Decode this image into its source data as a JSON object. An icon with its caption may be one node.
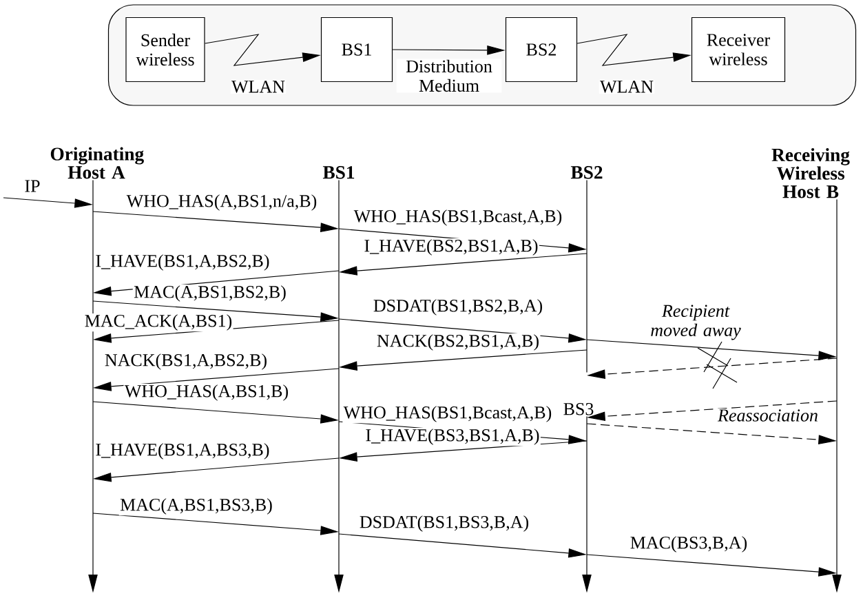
{
  "diagram": {
    "nodes": [
      {
        "text": [],
        "shape": "box"
      },
      {
        "text": [
          "Sender wireless"
        ],
        "in": 0
      },
      {
        "text": [
          "BS1"
        ],
        "in": 0
      },
      {
        "text": [
          "BS2"
        ],
        "in": 0
      },
      {
        "text": [
          "Receiver wireless"
        ],
        "in": 0
      },
      {
        "text": [
          "Originating Host A"
        ]
      },
      {
        "text": [
          "BS1"
        ]
      },
      {
        "text": [
          "BS2"
        ]
      },
      {
        "text": [
          "Receiving Wireless Host B"
        ]
      },
      {
        "text": [
          "BS3"
        ]
      }
    ],
    "edges": [
      {
        "from": 1,
        "to": 2,
        "arrow": "to",
        "label": "WLAN"
      },
      {
        "from": 2,
        "to": 3,
        "arrow": "to",
        "label": "Distribution Medium"
      },
      {
        "from": 3,
        "to": 4,
        "arrow": "to",
        "label": "WLAN"
      },
      {
        "from": null,
        "to": 5,
        "arrow": "to",
        "label": "IP"
      },
      {
        "from": 5,
        "to": 6,
        "arrow": "to",
        "label": "WHO_HAS(A,BS1,n/a,B)"
      },
      {
        "from": 6,
        "to": 7,
        "arrow": "to",
        "label": "WHO_HAS(BS1,Bcast,A,B)"
      },
      {
        "from": 7,
        "to": 6,
        "arrow": "to",
        "label": "I_HAVE(BS2,BS1,A,B)"
      },
      {
        "from": 6,
        "to": 5,
        "arrow": "to",
        "label": "I_HAVE(BS1,A,BS2,B)"
      },
      {
        "from": 5,
        "to": 6,
        "arrow": "to",
        "label": "MAC(A,BS1,BS2,B)"
      },
      {
        "from": 6,
        "to": 5,
        "arrow": "to",
        "label": "MAC_ACK(A,BS1)"
      },
      {
        "from": 6,
        "to": 7,
        "arrow": "to",
        "label": "DSDAT(BS1,BS2,B,A)"
      },
      {
        "from": 7,
        "to": 8,
        "arrow": "to"
      },
      {
        "from": 7,
        "to": 6,
        "arrow": "to",
        "label": "NACK(BS2,BS1,A,B)"
      },
      {
        "from": 6,
        "to": 5,
        "arrow": "to",
        "label": "NACK(BS1,A,BS2,B)"
      },
      {
        "from": 8,
        "to": 7,
        "arrow": "to",
        "style": "dashed"
      },
      {
        "from": 5,
        "to": 6,
        "arrow": "to",
        "label": "WHO_HAS(A,BS1,B)"
      },
      {
        "from": 8,
        "to": 9,
        "arrow": "to",
        "style": "dashed"
      },
      {
        "from": 6,
        "to": 9,
        "arrow": "to",
        "label": "WHO_HAS(BS1,Bcast,A,B)"
      },
      {
        "from": 9,
        "to": 8,
        "arrow": "to",
        "style": "dashed",
        "label": "*Reassociation*"
      },
      {
        "from": 9,
        "to": 6,
        "arrow": "to",
        "label": "I_HAVE(BS3,BS1,A,B)"
      },
      {
        "from": 6,
        "to": 5,
        "arrow": "to",
        "label": "I_HAVE(BS1,A,BS3,B)"
      },
      {
        "from": 5,
        "to": 6,
        "arrow": "to",
        "label": "MAC(A,BS1,BS3,B)"
      },
      {
        "from": 6,
        "to": 9,
        "arrow": "to",
        "label": "DSDAT(BS1,BS3,B,A)"
      },
      {
        "from": 9,
        "to": 8,
        "arrow": "to",
        "label": "MAC(BS3,B,A)"
      }
    ],
    "labels": [
      "*Recipient moved away*"
    ]
  }
}
